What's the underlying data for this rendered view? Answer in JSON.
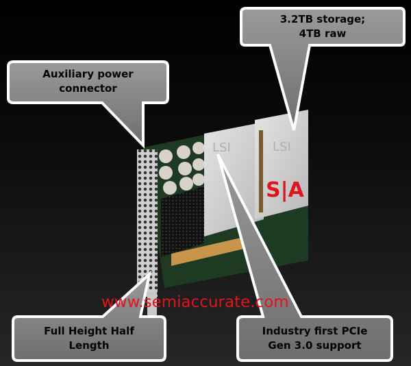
{
  "callouts": {
    "storage": {
      "line1": "3.2TB storage;",
      "line2": "4TB raw"
    },
    "aux_power": {
      "line1": "Auxiliary power",
      "line2": "connector"
    },
    "form_factor": {
      "line1": "Full Height Half",
      "line2": "Length"
    },
    "pcie": {
      "line1": "Industry first PCIe",
      "line2": "Gen 3.0 support"
    }
  },
  "watermark": {
    "site": "www.semiaccurate.com",
    "logo": "S|A"
  },
  "product_logo": "LSI",
  "colors": {
    "callout_fill": "#8a8a8a",
    "callout_border": "#ffffff",
    "watermark": "#e0141e"
  }
}
